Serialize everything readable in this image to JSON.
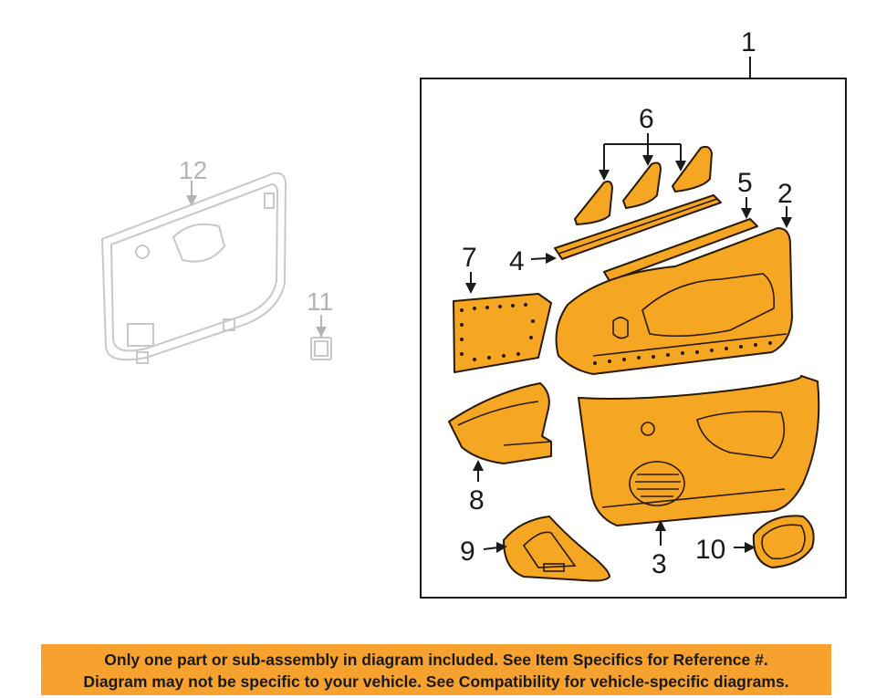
{
  "colors": {
    "part_fill": "#f5a623",
    "banner": "#f7a12f",
    "ghost": "#b4b4b4",
    "ink": "#1a1a1a"
  },
  "callouts": {
    "c1": "1",
    "c2": "2",
    "c3": "3",
    "c4": "4",
    "c5": "5",
    "c6": "6",
    "c7": "7",
    "c8": "8",
    "c9": "9",
    "c10": "10",
    "c11": "11",
    "c12": "12"
  },
  "disclaimer": {
    "line1": "Only one part or sub-assembly in diagram included. See Item Specifics for Reference #.",
    "line2": "Diagram may not be specific to your vehicle. See Compatibility for vehicle-specific diagrams."
  }
}
